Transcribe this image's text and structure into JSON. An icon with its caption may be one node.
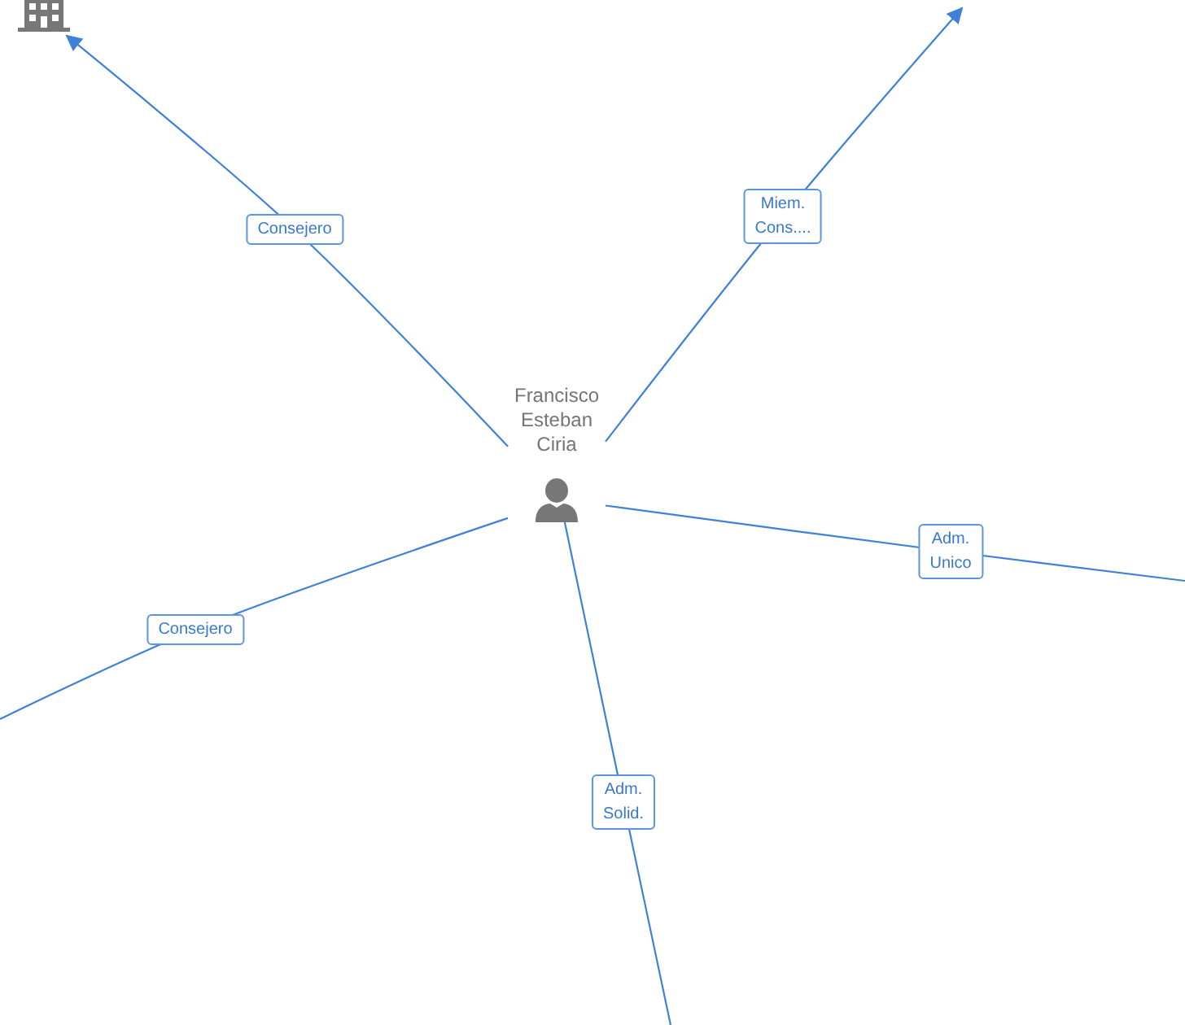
{
  "diagram": {
    "nodes": [
      {
        "text": [
          "Francisco Esteban Ciria"
        ]
      },
      {
        "text": [],
        "shape": "building"
      }
    ],
    "edges": [
      {
        "from": 0,
        "to": 1,
        "arrow": "to",
        "label": "Consejero"
      },
      {
        "from": 0,
        "to": null,
        "arrow": "to",
        "label": "Miem. Cons...."
      },
      {
        "from": 0,
        "to": null,
        "arrow": "none",
        "label": "Adm. Unico"
      },
      {
        "from": 0,
        "to": null,
        "arrow": "none",
        "label": "Consejero"
      },
      {
        "from": 0,
        "to": null,
        "arrow": "none",
        "label": "Adm. Solid."
      }
    ]
  }
}
